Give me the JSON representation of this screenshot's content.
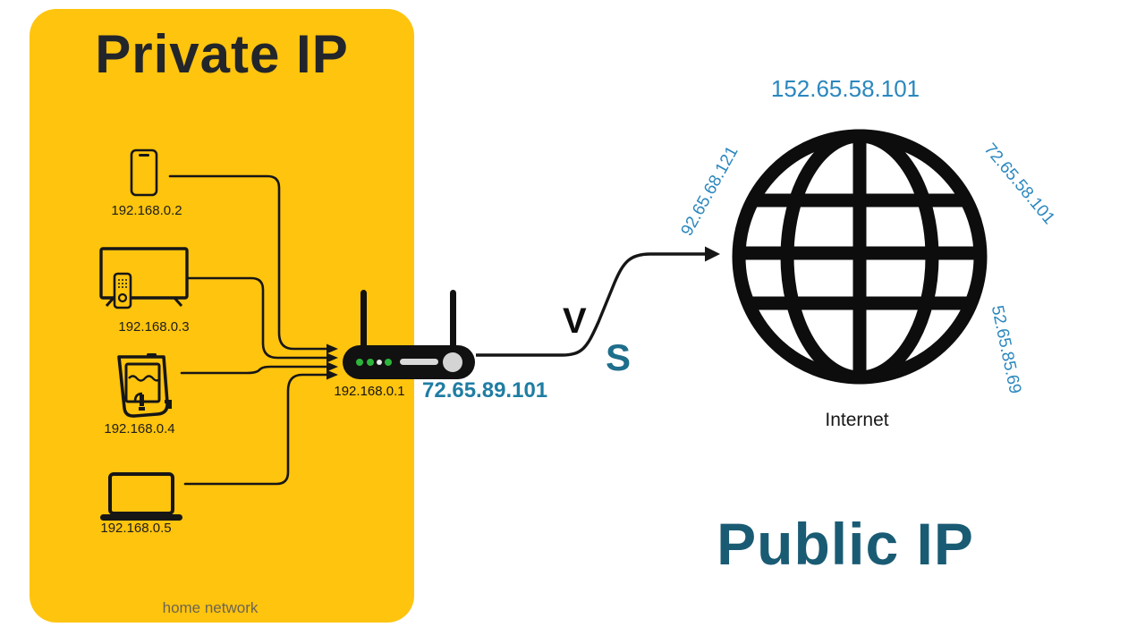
{
  "colors": {
    "panel_yellow": "#FFC40E",
    "line_ink": "#161616",
    "public_blue": "#2B87BE",
    "teal_dark": "#1A5B74",
    "router_public_ip_teal": "#1F7DA3",
    "led_green": "#2DB53B"
  },
  "private_panel": {
    "title": "Private IP",
    "caption": "home network",
    "devices": [
      {
        "name": "smartphone",
        "ip": "192.168.0.2"
      },
      {
        "name": "smart-tv",
        "ip": "192.168.0.3"
      },
      {
        "name": "water-purifier",
        "ip": "192.168.0.4"
      },
      {
        "name": "laptop",
        "ip": "192.168.0.5"
      }
    ]
  },
  "router": {
    "private_ip": "192.168.0.1",
    "public_ip": "72.65.89.101"
  },
  "versus": {
    "v": "V",
    "s": "S"
  },
  "public_side": {
    "title": "Public IP",
    "internet_label": "Internet",
    "public_ips": {
      "top": "152.65.58.101",
      "left": "92.65.68.121",
      "right": "72.65.58.101",
      "bottom_right": "52.65.85.69"
    }
  }
}
